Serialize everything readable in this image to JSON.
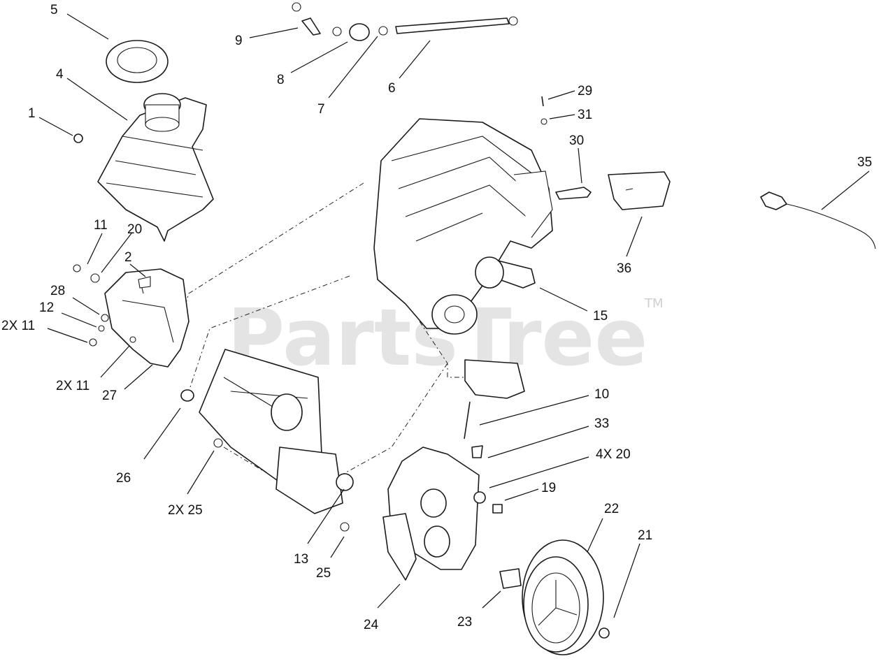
{
  "watermark": {
    "brand": "PartsTree",
    "trademark": "TM"
  },
  "callouts": [
    {
      "id": "c5",
      "text": "5"
    },
    {
      "id": "c4",
      "text": "4"
    },
    {
      "id": "c1",
      "text": "1"
    },
    {
      "id": "c9",
      "text": "9"
    },
    {
      "id": "c8",
      "text": "8"
    },
    {
      "id": "c7",
      "text": "7"
    },
    {
      "id": "c6",
      "text": "6"
    },
    {
      "id": "c29",
      "text": "29"
    },
    {
      "id": "c31",
      "text": "31"
    },
    {
      "id": "c30",
      "text": "30"
    },
    {
      "id": "c35",
      "text": "35"
    },
    {
      "id": "c36",
      "text": "36"
    },
    {
      "id": "c11",
      "text": "11"
    },
    {
      "id": "c20",
      "text": "20"
    },
    {
      "id": "c2",
      "text": "2"
    },
    {
      "id": "c28",
      "text": "28"
    },
    {
      "id": "c12",
      "text": "12"
    },
    {
      "id": "c2x11a",
      "text": "2X 11"
    },
    {
      "id": "c2x11b",
      "text": "2X 11"
    },
    {
      "id": "c27",
      "text": "27"
    },
    {
      "id": "c15",
      "text": "15"
    },
    {
      "id": "c10",
      "text": "10"
    },
    {
      "id": "c33",
      "text": "33"
    },
    {
      "id": "c4x20",
      "text": "4X 20"
    },
    {
      "id": "c19",
      "text": "19"
    },
    {
      "id": "c26",
      "text": "26"
    },
    {
      "id": "c2x25",
      "text": "2X 25"
    },
    {
      "id": "c13",
      "text": "13"
    },
    {
      "id": "c25",
      "text": "25"
    },
    {
      "id": "c22",
      "text": "22"
    },
    {
      "id": "c21",
      "text": "21"
    },
    {
      "id": "c24",
      "text": "24"
    },
    {
      "id": "c23",
      "text": "23"
    }
  ]
}
